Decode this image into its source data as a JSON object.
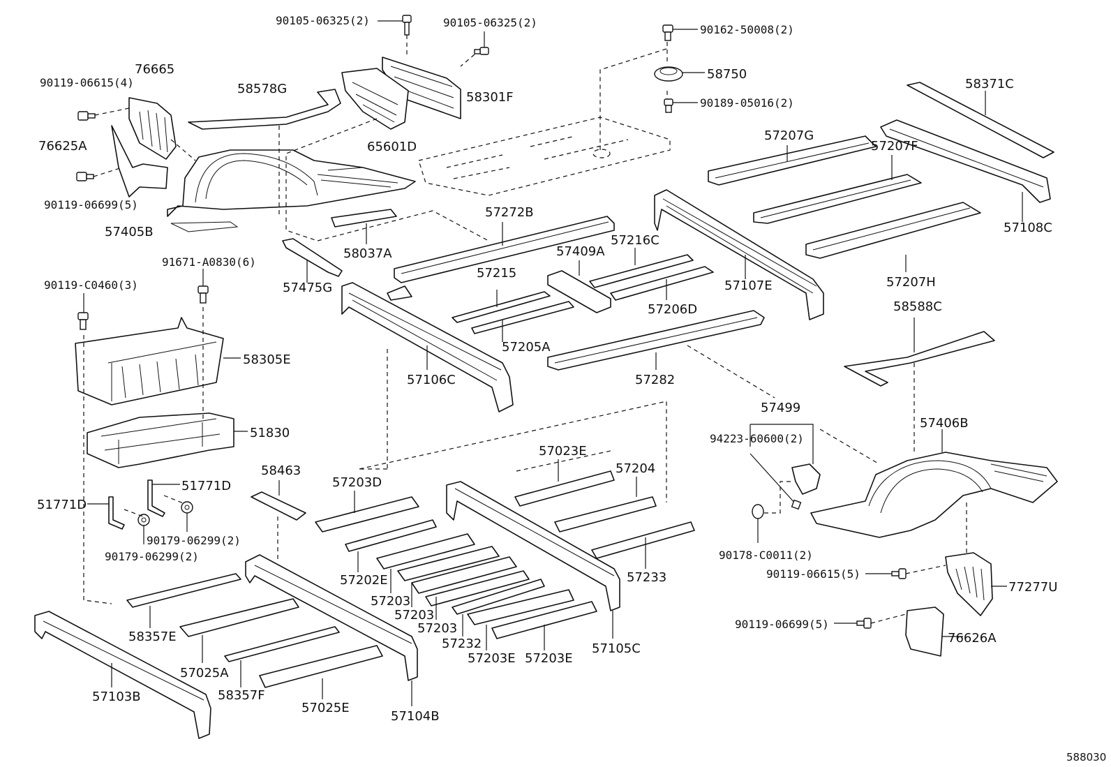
{
  "diagram": {
    "reference_code": "588030",
    "callouts": {
      "p90105_06325_a": "90105-06325(2)",
      "p90105_06325_b": "90105-06325(2)",
      "p90162_50008": "90162-50008(2)",
      "p58750": "58750",
      "p90189_05016": "90189-05016(2)",
      "p58371C": "58371C",
      "p76665": "76665",
      "p90119_06615_4": "90119-06615(4)",
      "p58578G": "58578G",
      "p58301F": "58301F",
      "p65601D": "65601D",
      "p57207G": "57207G",
      "p57207F": "57207F",
      "p76625A": "76625A",
      "p90119_06699_5a": "90119-06699(5)",
      "p57405B": "57405B",
      "p58037A": "58037A",
      "p57272B": "57272B",
      "p57108C": "57108C",
      "p57409A": "57409A",
      "p57216C": "57216C",
      "p91671_A0830": "91671-A0830(6)",
      "p57215": "57215",
      "p57107E": "57107E",
      "p57207H": "57207H",
      "p90119_C0460": "90119-C0460(3)",
      "p57475G": "57475G",
      "p57206D": "57206D",
      "p58588C": "58588C",
      "p57205A": "57205A",
      "p58305E": "58305E",
      "p57106C": "57106C",
      "p57282": "57282",
      "p57499": "57499",
      "p51830": "51830",
      "p57406B": "57406B",
      "p94223_60600": "94223-60600(2)",
      "p57023E": "57023E",
      "p58463": "58463",
      "p57204": "57204",
      "p57203D": "57203D",
      "p51771D_a": "51771D",
      "p51771D_b": "51771D",
      "p90179_06299_a": "90179-06299(2)",
      "p90179_06299_b": "90179-06299(2)",
      "p90178_C0011": "90178-C0011(2)",
      "p57202E": "57202E",
      "p57233": "57233",
      "p90119_06615_5": "90119-06615(5)",
      "p57203_a": "57203",
      "p57203_b": "57203",
      "p57203_c": "57203",
      "p77277U": "77277U",
      "p57232": "57232",
      "p57105C": "57105C",
      "p90119_06699_5b": "90119-06699(5)",
      "p58357E": "58357E",
      "p57203E_a": "57203E",
      "p57203E_b": "57203E",
      "p76626A": "76626A",
      "p57025A": "57025A",
      "p58357F": "58357F",
      "p57025E": "57025E",
      "p57103B": "57103B",
      "p57104B": "57104B"
    }
  }
}
